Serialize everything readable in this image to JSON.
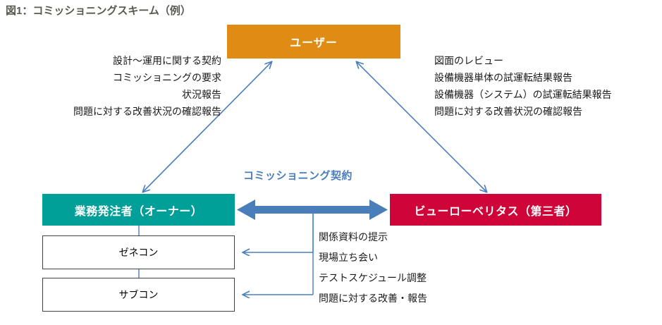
{
  "figure": {
    "title": "図1：コミッショニングスキーム（例）"
  },
  "nodes": {
    "user": {
      "label": "ユーザー",
      "color": "#e08c14"
    },
    "owner": {
      "label": "業務発注者（オーナー）",
      "color": "#00a098"
    },
    "bureau_veritas": {
      "label": "ビューローベリタス（第三者）",
      "color": "#cf0438"
    },
    "general_contractor": {
      "label": "ゼネコン",
      "color": "#ffffff"
    },
    "subcontractor": {
      "label": "サブコン",
      "color": "#ffffff"
    }
  },
  "edges": {
    "contract_label": "コミッショニング契約",
    "contract_label_color": "#4a7ebb",
    "arrow_color": "#4a7ebb",
    "thin_line_color": "#4a7ebb"
  },
  "annotations": {
    "owner_to_user": {
      "align": "right",
      "lines": [
        "設計～運用に関する契約",
        "コミッショニングの要求",
        "状況報告",
        "問題に対する改善状況の確認報告"
      ]
    },
    "bv_to_user": {
      "align": "left",
      "lines": [
        "図面のレビュー",
        "設備機器単体の試運転結果報告",
        "設備機器（システム）の試運転結果報告",
        "問題に対する改善状況の確認報告"
      ]
    },
    "bv_to_contractors": {
      "align": "left",
      "lines": [
        "関係資料の提示",
        "現場立ち会い",
        "テストスケジュール調整",
        "問題に対する改善・報告"
      ]
    }
  }
}
